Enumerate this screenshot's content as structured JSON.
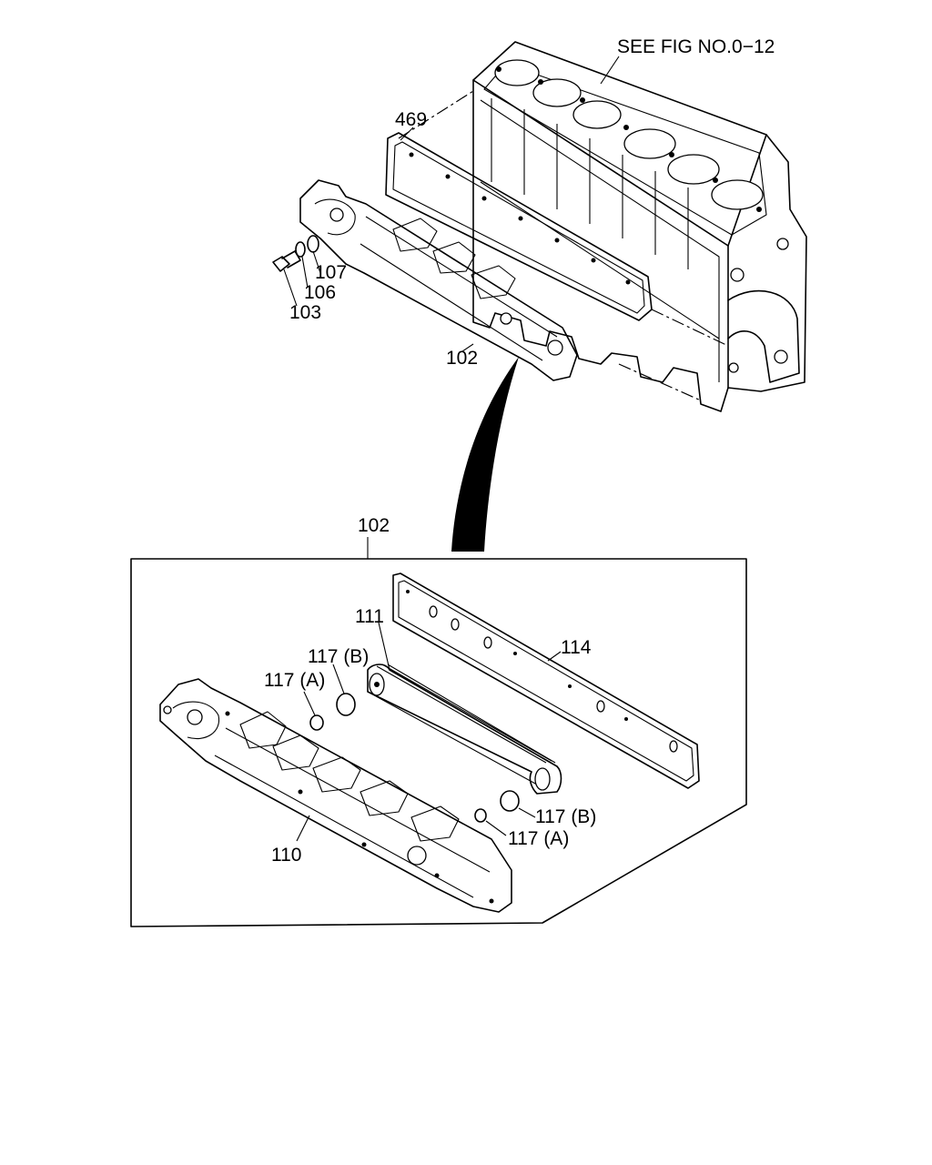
{
  "figure": {
    "callouts": {
      "see_fig": "SEE FIG NO.0−12",
      "gasket_top": "469",
      "washer_107": "107",
      "washer_106": "106",
      "bolt_103": "103",
      "cover_102_top": "102",
      "cover_102_box": "102",
      "plate_114": "114",
      "element_111": "111",
      "oring_117b_upper": "117 (B)",
      "oring_117a_upper": "117 (A)",
      "oring_117b_lower": "117 (B)",
      "oring_117a_lower": "117 (A)",
      "cover_110": "110"
    }
  }
}
